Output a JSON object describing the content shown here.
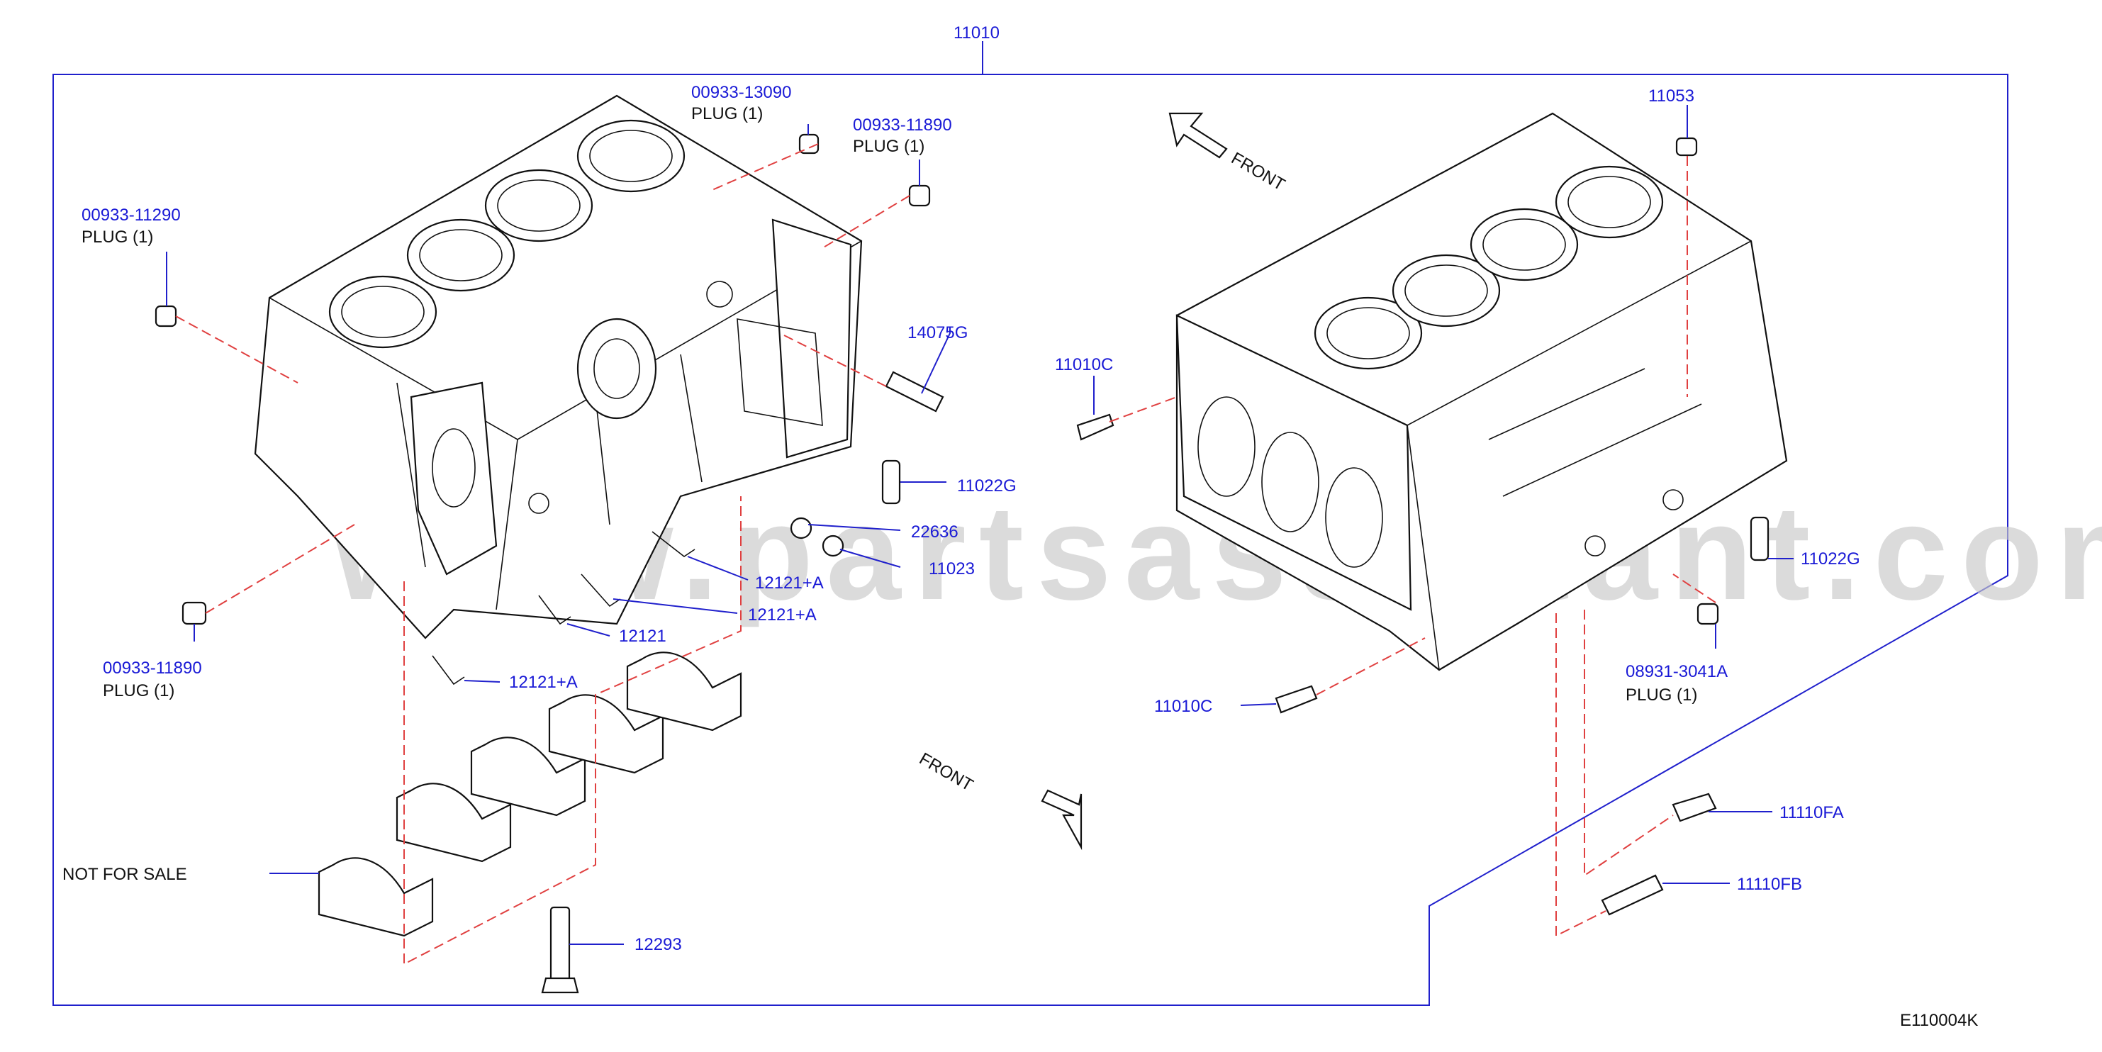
{
  "diagram_id": "E110004K",
  "watermark": "www.partsassistant.com",
  "labels": {
    "main": "11010",
    "front_upper": "FRONT",
    "front_lower": "FRONT",
    "not_for_sale": "NOT FOR SALE",
    "p11053": "11053",
    "p08931_num": "08931-3041A",
    "p08931_desc": "PLUG (1)",
    "p11010c_a": "11010C",
    "p11010c_b": "11010C",
    "p11022g_a": "11022G",
    "p11022g_b": "11022G",
    "p11110fa": "11110FA",
    "p11110fb": "11110FB",
    "p00933_13090_num": "00933-13090",
    "p00933_13090_desc": "PLUG (1)",
    "p00933_11890a_num": "00933-11890",
    "p00933_11890a_desc": "PLUG (1)",
    "p00933_11290_num": "00933-11290",
    "p00933_11290_desc": "PLUG (1)",
    "p00933_11890b_num": "00933-11890",
    "p00933_11890b_desc": "PLUG (1)",
    "p14075g": "14075G",
    "p22636": "22636",
    "p11023": "11023",
    "p12121a_1": "12121+A",
    "p12121a_2": "12121+A",
    "p12121": "12121",
    "p12121a_3": "12121+A",
    "p12293": "12293"
  }
}
